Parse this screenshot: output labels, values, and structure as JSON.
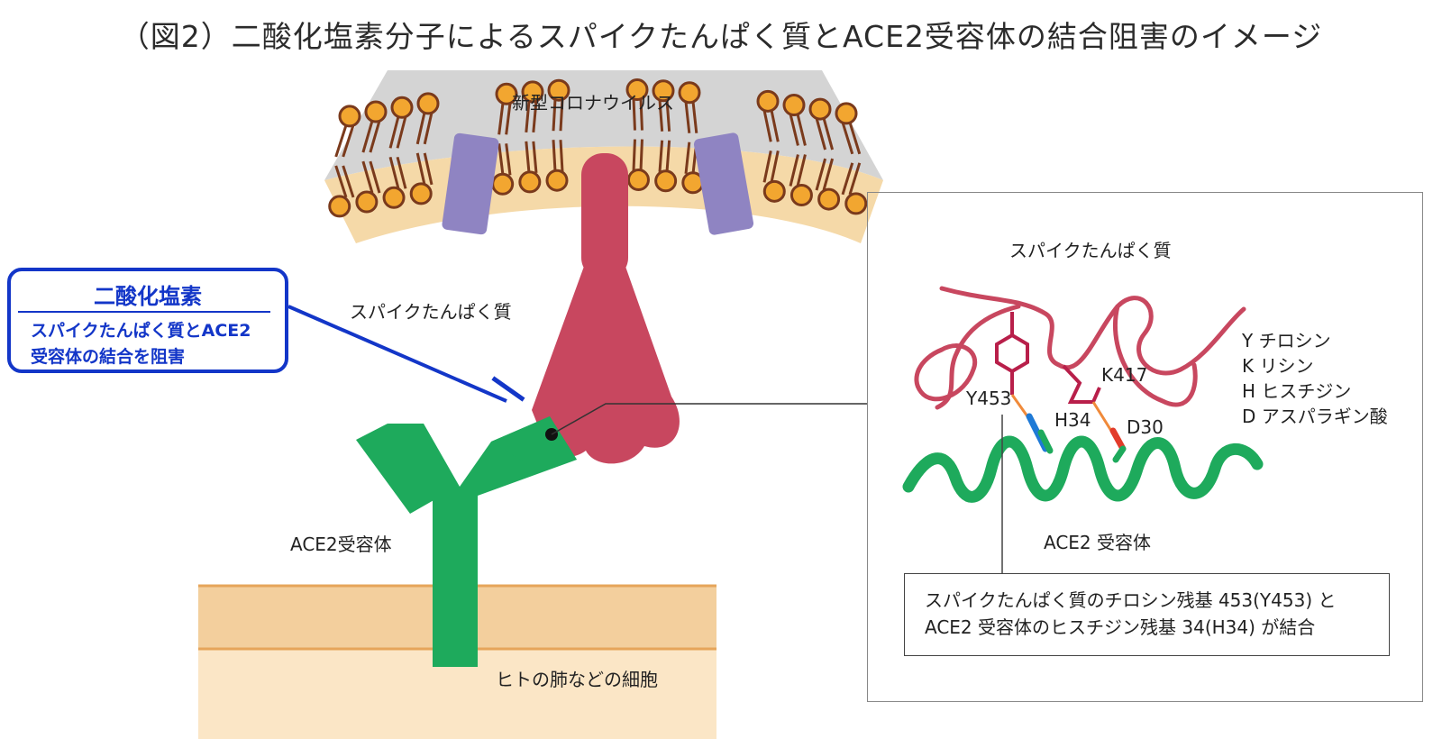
{
  "title": "（図2）二酸化塩素分子によるスパイクたんぱく質とACE2受容体の結合阻害のイメージ",
  "labels": {
    "virus": "新型コロナウイルス",
    "spike": "スパイクたんぱく質",
    "ace2": "ACE2受容体",
    "cell": "ヒトの肺などの細胞"
  },
  "callout": {
    "heading": "二酸化塩素",
    "line1": "スパイクたんぱく質とACE2",
    "line2": "受容体の結合を阻害"
  },
  "detail": {
    "spike_label": "スパイクたんぱく質",
    "ace2_label": "ACE2 受容体",
    "residues": {
      "y453": "Y453",
      "k417": "K417",
      "h34": "H34",
      "d30": "D30"
    },
    "legend": [
      "Y  チロシン",
      "K  リシン",
      "H  ヒスチジン",
      "D  アスパラギン酸"
    ],
    "note_line1": "スパイクたんぱく質のチロシン残基 453(Y453) と",
    "note_line2": "ACE2 受容体のヒスチジン残基 34(H34) が結合"
  },
  "colors": {
    "spike": "#c8475f",
    "ace2": "#1eaa5c",
    "inhibitor": "#1336c8",
    "membrane": "#f5d9a8",
    "lipid_head": "#f2a630",
    "lipid_tail": "#7a3a1c",
    "channel": "#8f84c2",
    "virus_shell": "#d4d4d4",
    "cell_membrane": "#f3d1a1"
  }
}
